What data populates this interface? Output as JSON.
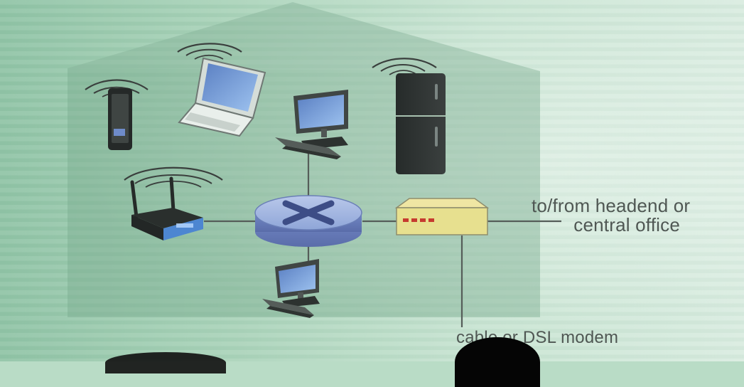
{
  "labels": {
    "headend_line1": "to/from headend or",
    "headend_line2": "central office",
    "modem": "cable or DSL modem"
  },
  "devices": [
    {
      "name": "smartphone",
      "icon": "smartphone-icon",
      "wireless": true
    },
    {
      "name": "laptop",
      "icon": "laptop-icon",
      "wireless": true
    },
    {
      "name": "desktop computer (top)",
      "icon": "desktop-computer-icon",
      "wireless": false
    },
    {
      "name": "refrigerator",
      "icon": "refrigerator-icon",
      "wireless": true
    },
    {
      "name": "wireless access point",
      "icon": "wireless-router-icon",
      "wireless": true
    },
    {
      "name": "router",
      "icon": "router-icon",
      "wireless": false
    },
    {
      "name": "cable or DSL modem",
      "icon": "modem-icon",
      "wireless": false
    },
    {
      "name": "desktop computer (bottom)",
      "icon": "desktop-computer-icon",
      "wireless": false
    }
  ],
  "colors": {
    "background": "#b9dcc6",
    "house": "#8fbf9f",
    "device_dark": "#2f3433",
    "router_blue": "#8ea8d6",
    "modem_yellow": "#e7e08f",
    "text": "#4f5753"
  }
}
